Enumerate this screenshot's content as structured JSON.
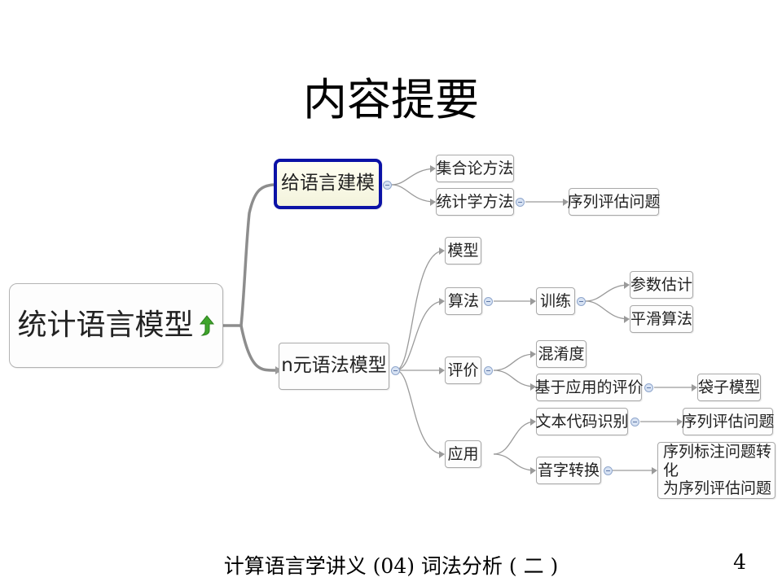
{
  "slide": {
    "title": "内容提要",
    "footer": "计算语言学讲义 (04) 词法分析 ( 二 )",
    "page_number": "4"
  },
  "mindmap": {
    "root": "统计语言模型",
    "root_icon": "green-up-arrow-icon",
    "branch_a": {
      "label": "给语言建模",
      "children": {
        "set_theory": "集合论方法",
        "statistical": "统计学方法",
        "sequence_eval": "序列评估问题"
      }
    },
    "branch_b": {
      "label": "n元语法模型",
      "children": {
        "model": "模型",
        "algorithm": "算法",
        "training": "训练",
        "param_est": "参数估计",
        "smoothing": "平滑算法",
        "evaluation": "评价",
        "perplexity": "混淆度",
        "app_eval": "基于应用的评价",
        "bag_model": "袋子模型",
        "application": "应用",
        "code_recog": "文本代码识别",
        "seq_eval2": "序列评估问题",
        "pinyin": "音字转换",
        "tagging_line1": "序列标注问题转化",
        "tagging_line2": "为序列评估问题"
      }
    },
    "colors": {
      "selected_border": "#0b12a6",
      "connector": "#9a9a9a",
      "expander": "#d7e2f3",
      "icon_green": "#3fa52b"
    }
  }
}
